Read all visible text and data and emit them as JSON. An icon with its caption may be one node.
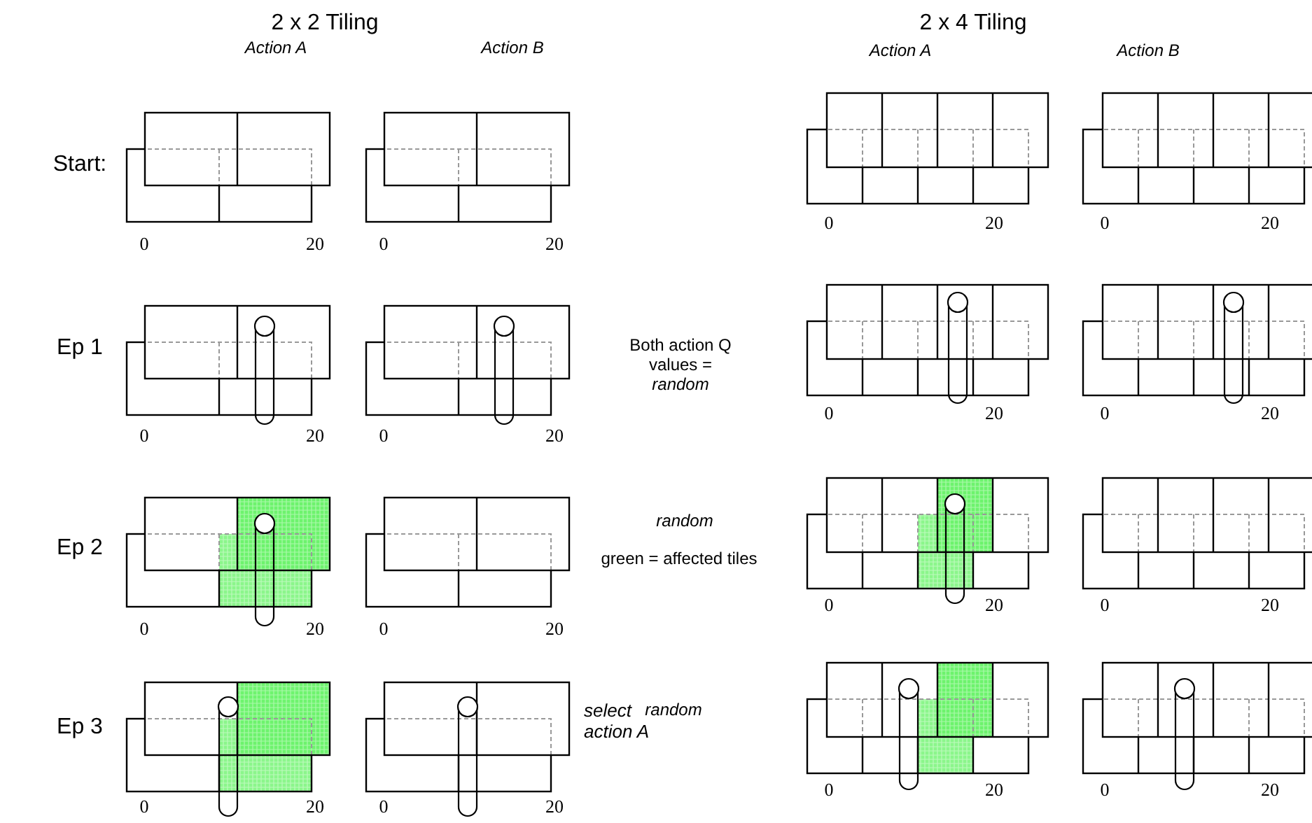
{
  "diagram": {
    "labels": [
      "2 x 2 Tiling",
      "2 x 4 Tiling",
      "Action A",
      "Action B",
      "Action A",
      "Action B",
      "Start:",
      "0",
      "20",
      "0",
      "20",
      "0",
      "20",
      "0",
      "20",
      "Ep 1",
      "Both action Q values = *random*",
      "0",
      "20",
      "0",
      "20",
      "0",
      "20",
      "0",
      "20",
      "Ep 2",
      "random",
      "green = affected tiles",
      "0",
      "20",
      "0",
      "20",
      "0",
      "20",
      "0",
      "20",
      "Ep 3",
      "select action A",
      "random",
      "0",
      "20",
      "0",
      "20",
      "0",
      "20",
      "0",
      "20"
    ]
  }
}
